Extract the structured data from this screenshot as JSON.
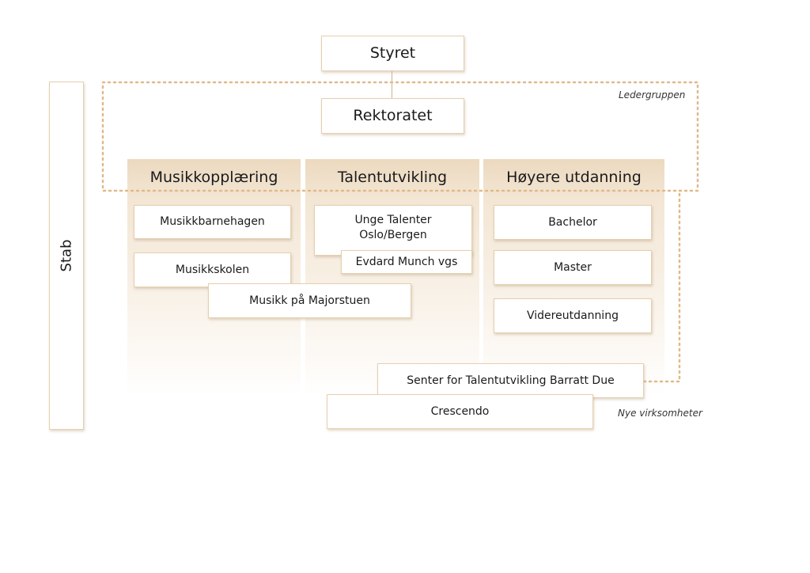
{
  "colors": {
    "accent": "#e1b98a",
    "box_border": "#e6cfae",
    "column_fill": "#ecd9bf"
  },
  "styret": "Styret",
  "rektoratet": "Rektoratet",
  "stab": "Stab",
  "ledergruppen": "Ledergruppen",
  "nye_virksomheter": "Nye virksomheter",
  "columns": [
    {
      "title": "Musikkopplæring",
      "units": [
        "Musikkbarnehagen",
        "Musikkskolen"
      ]
    },
    {
      "title": "Talentutvikling",
      "units": [
        "Unge Talenter Oslo/Bergen",
        "Evdard Munch vgs"
      ]
    },
    {
      "title": "Høyere utdanning",
      "units": [
        "Bachelor",
        "Master",
        "Videreutdanning"
      ]
    }
  ],
  "shared": {
    "majorstuen": "Musikk på Majorstuen",
    "senter": "Senter for Talentutvikling Barratt Due",
    "crescendo": "Crescendo"
  }
}
